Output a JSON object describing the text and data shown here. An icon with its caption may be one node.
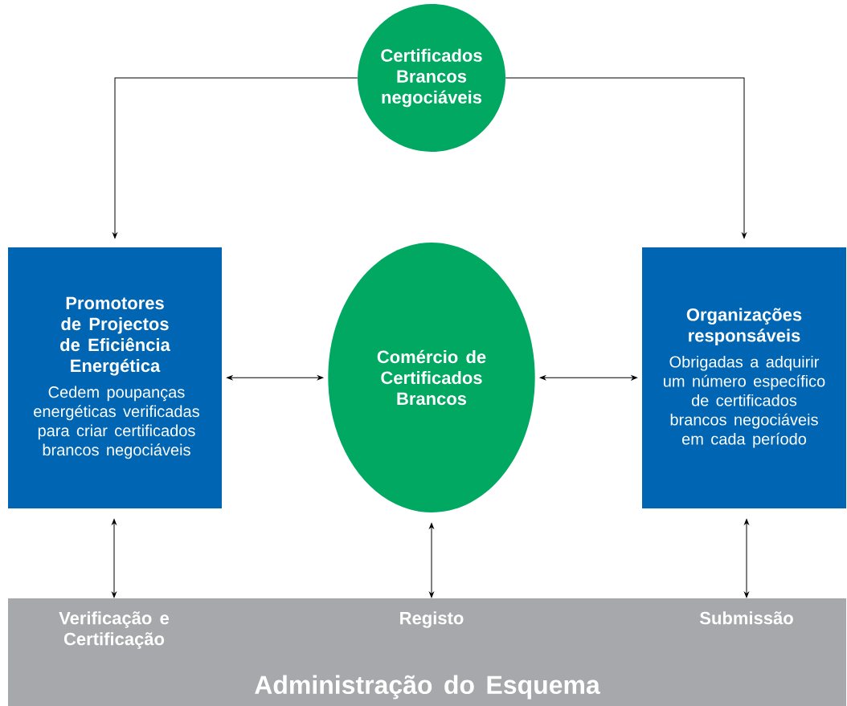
{
  "diagram": {
    "nodes": [
      {
        "text": [
          "Certificados Brancos negociáveis"
        ]
      },
      {
        "text": [
          "Promotores de Projectos de Eficiência Energética",
          "Cedem poupanças energéticas verificadas para criar certificados brancos negociáveis"
        ]
      },
      {
        "text": [
          "Comércio de Certificados Brancos"
        ]
      },
      {
        "text": [
          "Organizações responsáveis",
          "Obrigadas a adquirir um número específico de certificados brancos negociáveis em cada período"
        ]
      },
      {
        "text": [
          "Administração do Esquema"
        ]
      },
      {
        "text": [
          "Verificação e Certificação"
        ],
        "in": 4
      },
      {
        "text": [
          "Registo"
        ],
        "in": 4
      },
      {
        "text": [
          "Submissão"
        ],
        "in": 4
      }
    ],
    "edges": [
      {
        "from": 0,
        "to": 1,
        "arrow": "to"
      },
      {
        "from": 0,
        "to": 3,
        "arrow": "to"
      },
      {
        "from": 1,
        "to": 2,
        "arrow": "both"
      },
      {
        "from": 2,
        "to": 3,
        "arrow": "both"
      },
      {
        "from": 1,
        "to": 5,
        "arrow": "both"
      },
      {
        "from": 2,
        "to": 6,
        "arrow": "both"
      },
      {
        "from": 3,
        "to": 7,
        "arrow": "both"
      }
    ]
  }
}
